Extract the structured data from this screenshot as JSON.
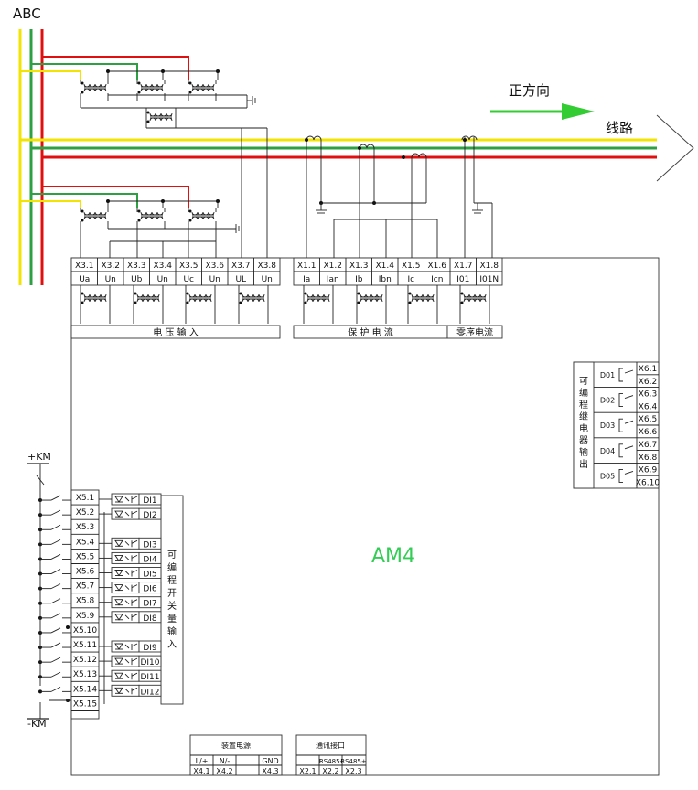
{
  "bus_label": "ABC",
  "direction_label": "正方向",
  "line_label": "线路",
  "device_name": "AM4",
  "colors": {
    "phase_a": "#f2e400",
    "phase_b": "#2ea043",
    "phase_c": "#e01010",
    "arrow": "#33cc33",
    "device_text": "#33cc55"
  },
  "voltage_terminals": {
    "codes": [
      "X3.1",
      "X3.2",
      "X3.3",
      "X3.4",
      "X3.5",
      "X3.6",
      "X3.7",
      "X3.8"
    ],
    "names": [
      "Ua",
      "Un",
      "Ub",
      "Un",
      "Uc",
      "Un",
      "UL",
      "Un"
    ],
    "group_label": "电 压 输 入"
  },
  "current_terminals": {
    "codes": [
      "X1.1",
      "X1.2",
      "X1.3",
      "X1.4",
      "X1.5",
      "X1.6",
      "X1.7",
      "X1.8"
    ],
    "names": [
      "Ia",
      "Ian",
      "Ib",
      "Ibn",
      "Ic",
      "Icn",
      "I01",
      "I01N"
    ],
    "protect_label": "保 护 电 流",
    "zero_label": "零序电流"
  },
  "relay_outputs": {
    "title": "可编程继电器输出",
    "outputs": [
      {
        "name": "D01",
        "terms": [
          "X6.1",
          "X6.2"
        ]
      },
      {
        "name": "D02",
        "terms": [
          "X6.3",
          "X6.4"
        ]
      },
      {
        "name": "D03",
        "terms": [
          "X6.5",
          "X6.6"
        ]
      },
      {
        "name": "D04",
        "terms": [
          "X6.7",
          "X6.8"
        ]
      },
      {
        "name": "D05",
        "terms": [
          "X6.9",
          "X6.10"
        ]
      }
    ]
  },
  "digital_inputs": {
    "title": "可编程开关量输入",
    "plus_km": "+KM",
    "minus_km": "-KM",
    "terminals": [
      "X5.1",
      "X5.2",
      "X5.3",
      "X5.4",
      "X5.5",
      "X5.6",
      "X5.7",
      "X5.8",
      "X5.9",
      "X5.10",
      "X5.11",
      "X5.12",
      "X5.13",
      "X5.14",
      "X5.15"
    ],
    "labels": [
      "DI1",
      "DI2",
      "DI3",
      "DI4",
      "DI5",
      "DI6",
      "DI7",
      "DI8",
      "DI9",
      "DI10",
      "DI11",
      "DI12"
    ]
  },
  "power_supply": {
    "title": "装置电源",
    "names": [
      "L/+",
      "N/-",
      "",
      "GND"
    ],
    "codes": [
      "X4.1",
      "X4.2",
      "",
      "X4.3"
    ]
  },
  "comm_port": {
    "title": "通讯接口",
    "names": [
      "",
      "RS485-",
      "RS485+"
    ],
    "codes": [
      "X2.1",
      "X2.2",
      "X2.3"
    ]
  }
}
